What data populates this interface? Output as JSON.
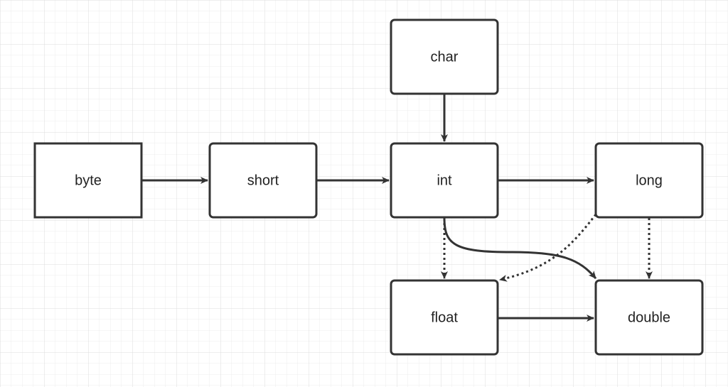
{
  "diagram": {
    "nodes": {
      "byte": {
        "label": "byte"
      },
      "short": {
        "label": "short"
      },
      "char": {
        "label": "char"
      },
      "int": {
        "label": "int"
      },
      "long": {
        "label": "long"
      },
      "float": {
        "label": "float"
      },
      "double": {
        "label": "double"
      }
    },
    "edges": [
      {
        "from": "byte",
        "to": "short",
        "style": "solid"
      },
      {
        "from": "short",
        "to": "int",
        "style": "solid"
      },
      {
        "from": "char",
        "to": "int",
        "style": "solid"
      },
      {
        "from": "int",
        "to": "long",
        "style": "solid"
      },
      {
        "from": "int",
        "to": "float",
        "style": "dotted"
      },
      {
        "from": "int",
        "to": "double",
        "style": "solid"
      },
      {
        "from": "long",
        "to": "float",
        "style": "dotted"
      },
      {
        "from": "long",
        "to": "double",
        "style": "dotted"
      },
      {
        "from": "float",
        "to": "double",
        "style": "solid"
      }
    ]
  },
  "colors": {
    "stroke": "#333333",
    "node_fill": "#ffffff",
    "grid": "#e6e6e6",
    "text": "#222222"
  }
}
